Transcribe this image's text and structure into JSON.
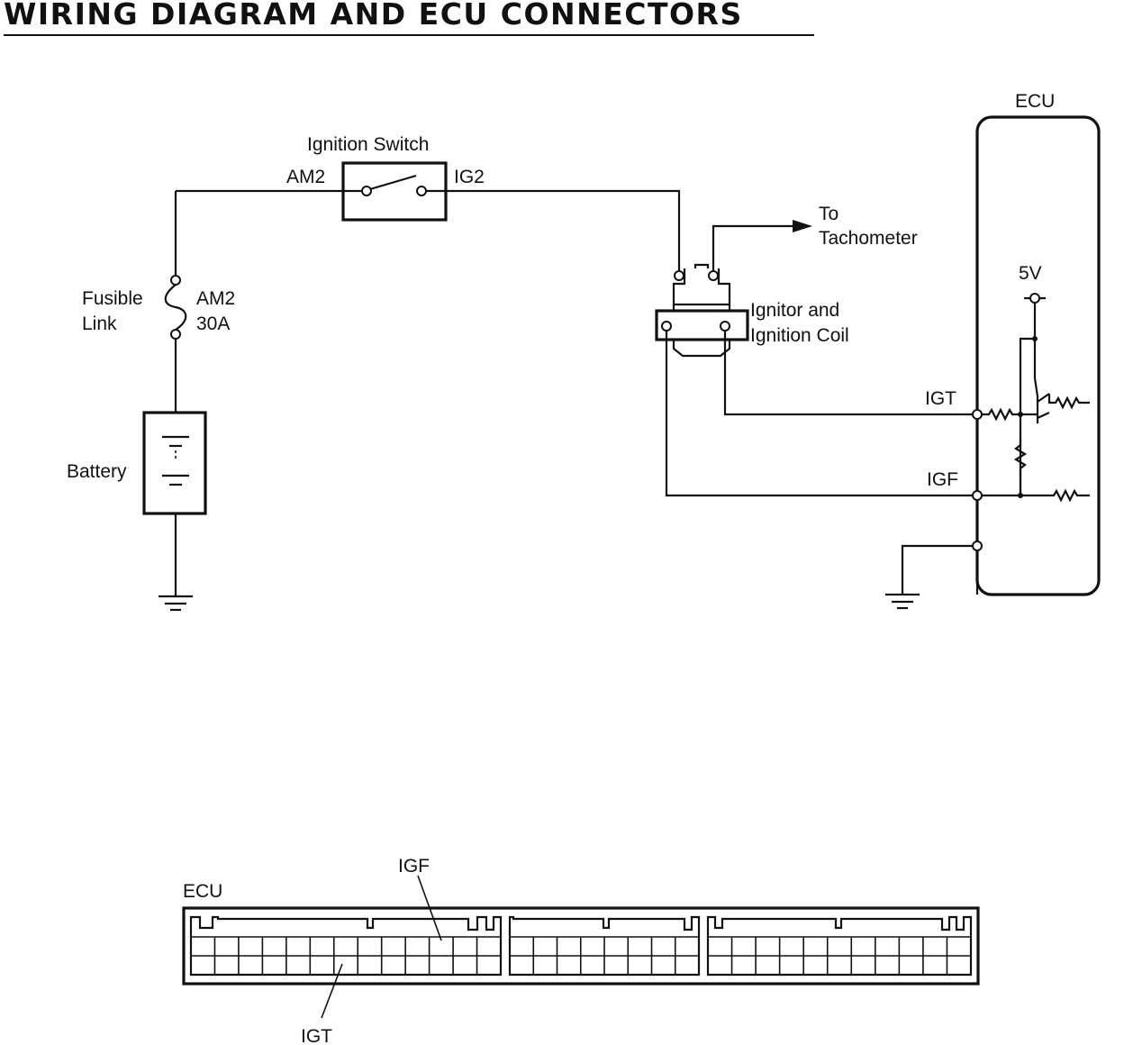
{
  "title": "WIRING DIAGRAM AND ECU CONNECTORS",
  "colors": {
    "ink": "#111111",
    "background": "#ffffff"
  },
  "labels": {
    "ignition_switch": "Ignition Switch",
    "am2_switch": "AM2",
    "ig2": "IG2",
    "fusible_line1": "Fusible",
    "fusible_line2": "Link",
    "fuse_name": "AM2",
    "fuse_rating": "30A",
    "battery": "Battery",
    "to_line1": "To",
    "to_line2": "Tachometer",
    "ignitor_line1": "Ignitor and",
    "ignitor_line2": "Ignition Coil",
    "ecu": "ECU",
    "five_v": "5V",
    "igt": "IGT",
    "igf": "IGF"
  },
  "connector": {
    "ecu": "ECU",
    "igf": "IGF",
    "igt": "IGT"
  }
}
